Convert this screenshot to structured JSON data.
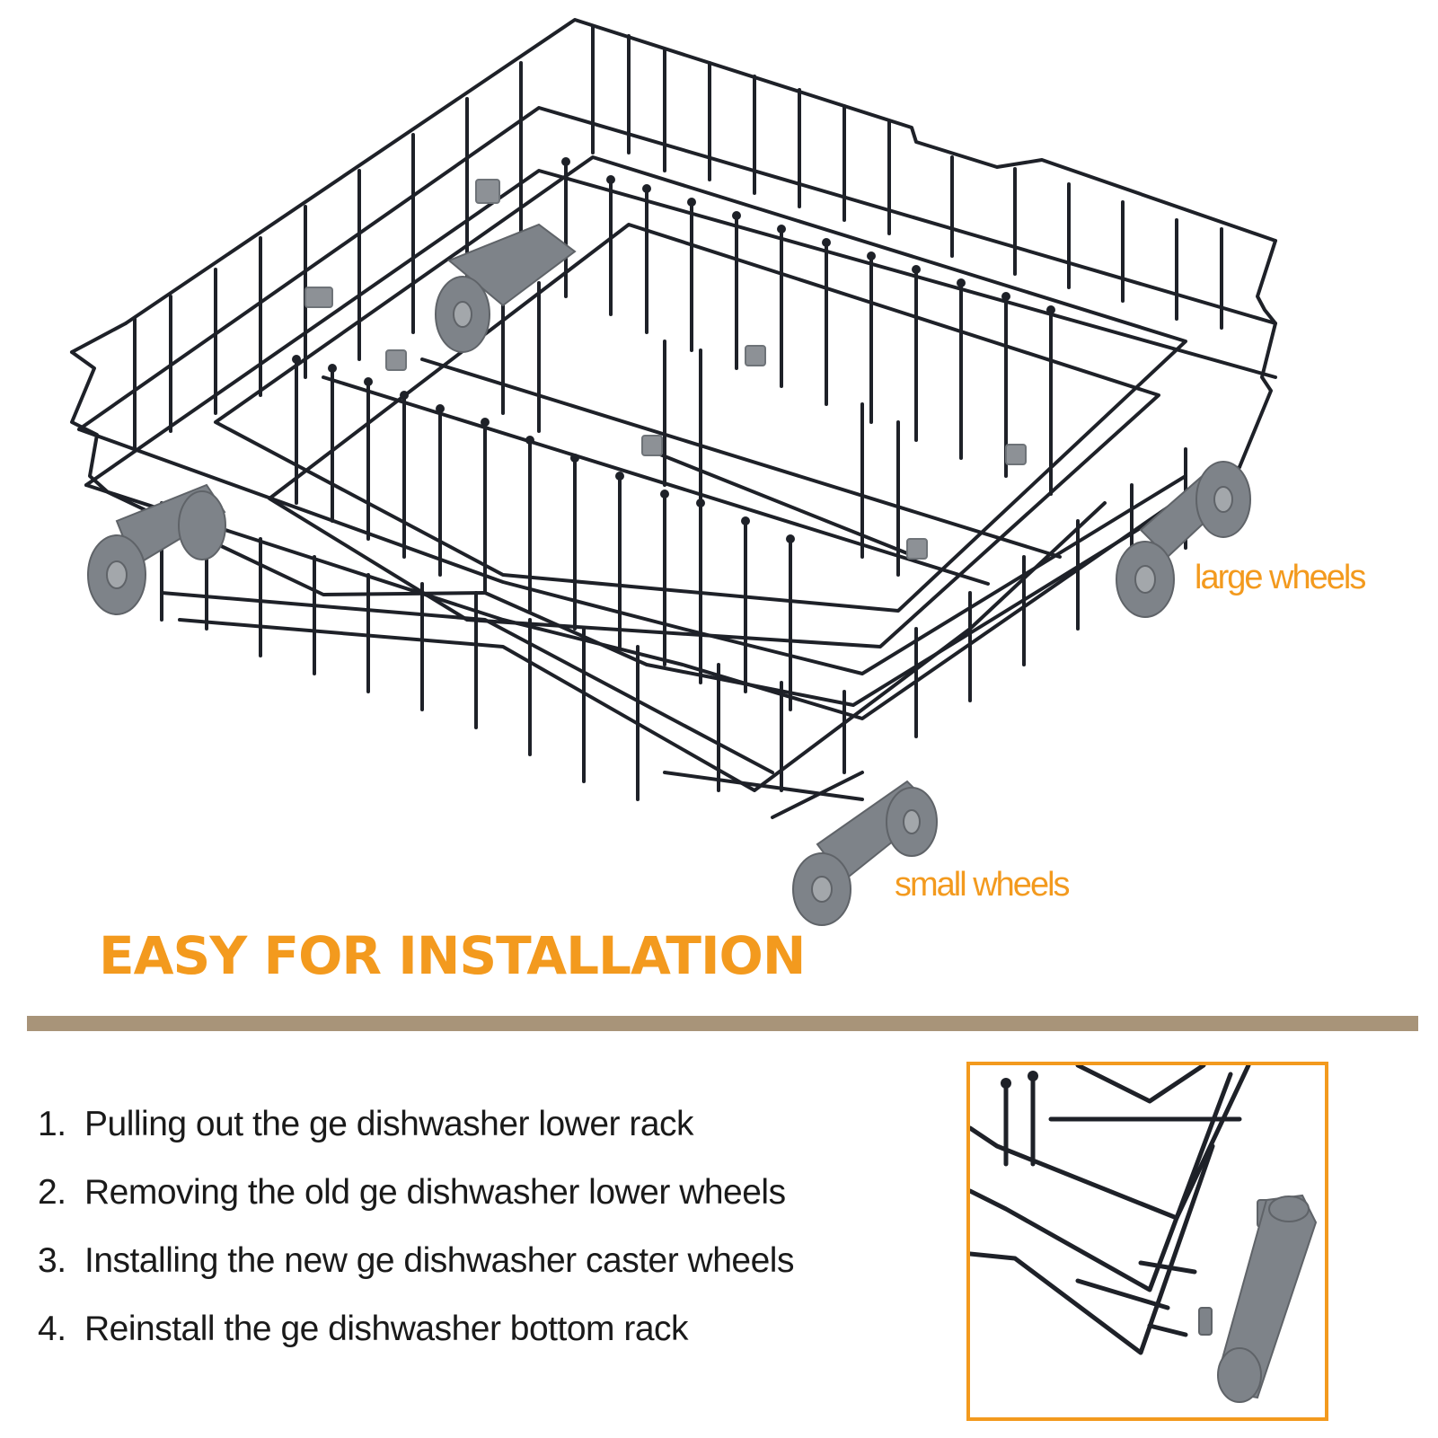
{
  "callouts": {
    "large_wheels": "large wheels",
    "small_wheels": "small wheels"
  },
  "headline": "EASY FOR INSTALLATION",
  "steps": [
    {
      "number": "1.",
      "text": "Pulling out the ge dishwasher lower rack"
    },
    {
      "number": "2.",
      "text": "Removing the old ge dishwasher lower wheels"
    },
    {
      "number": "3.",
      "text": "Installing the new ge dishwasher caster wheels"
    },
    {
      "number": "4.",
      "text": "Reinstall the ge dishwasher bottom rack"
    }
  ],
  "colors": {
    "accent": "#f39a1e",
    "divider": "#a89479",
    "wire": "#1e2128",
    "wheel": "#7e8389",
    "text": "#1a1a1a"
  },
  "icons": {
    "main_image": "dishwasher-rack-icon",
    "detail_image": "wheel-detail-icon"
  }
}
